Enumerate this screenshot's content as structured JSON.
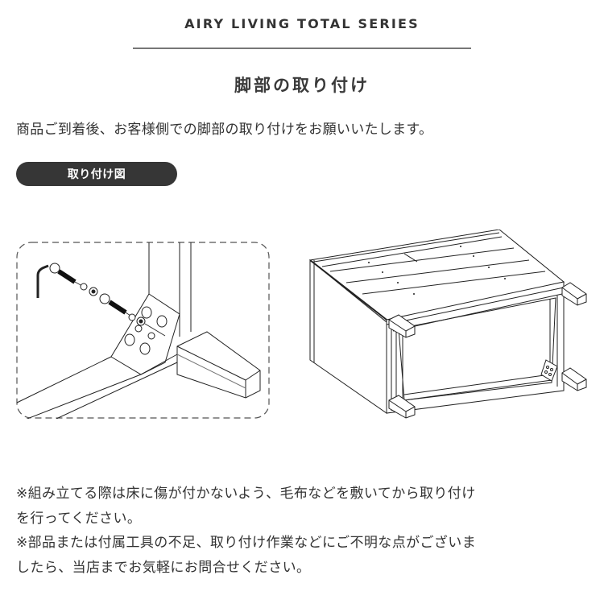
{
  "header": {
    "series_title": "AIRY LIVING TOTAL SERIES",
    "section_title": "脚部の取り付け"
  },
  "intro": {
    "text": "商品ご到着後、お客様側での脚部の取り付けをお願いいたします。"
  },
  "diagram_label": {
    "text": "取り付け図",
    "background": "#363636",
    "color": "#ffffff"
  },
  "illustrations": {
    "detail": {
      "description": "Exploded view: hex key, two bolts with spring washers and flat washers fastening a perforated corner bracket to the leg/frame joint",
      "border_style": "dashed-rounded"
    },
    "cabinet": {
      "description": "Upside-down cabinet showing the bottom panels and frame with four legs attached, corner bracket at one corner"
    }
  },
  "notes": [
    {
      "text": "※組み立てる際は床に傷が付かないよう、毛布などを敷いてから取り付け"
    },
    {
      "text": "を行ってください。"
    },
    {
      "text": "※部品または付属工具の不足、取り付け作業などにご不明な点がございま"
    },
    {
      "text": "したら、当店までお気軽にお問合せください。"
    }
  ],
  "colors": {
    "text": "#333333",
    "divider": "#777777",
    "line_art": "#222222"
  }
}
